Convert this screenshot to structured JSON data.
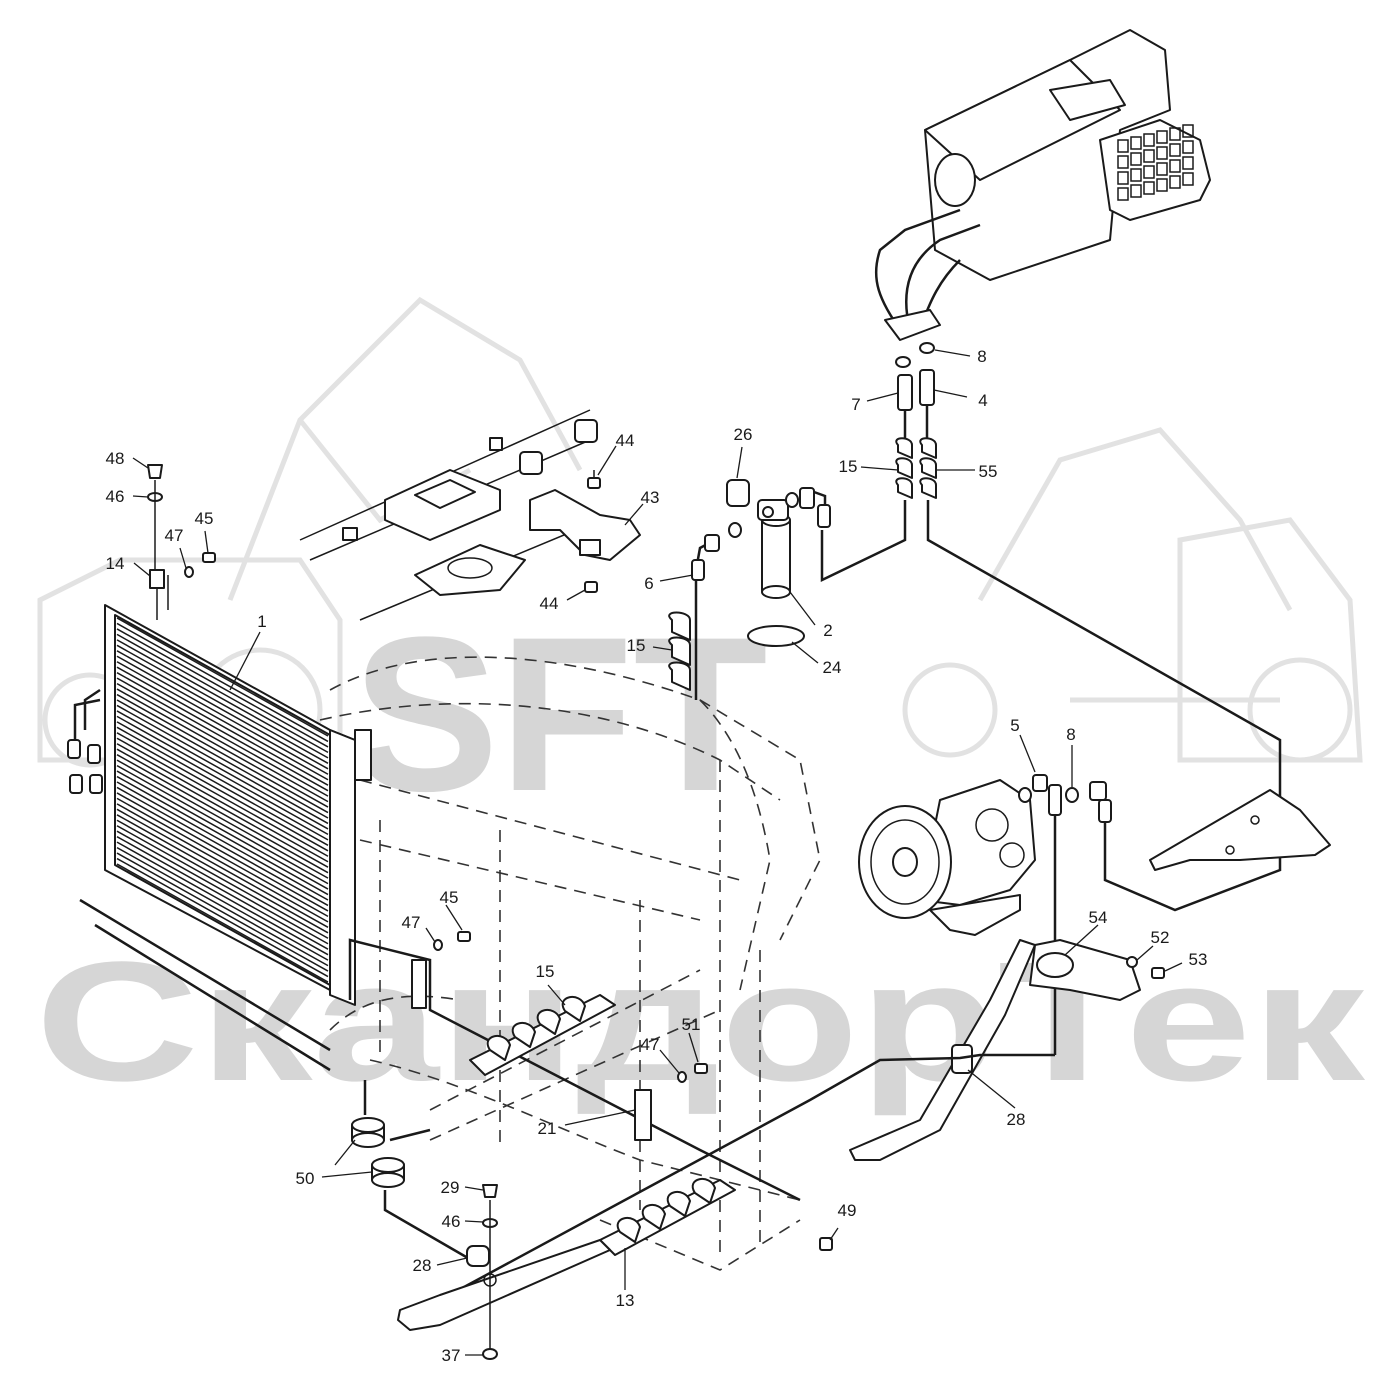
{
  "watermark": {
    "logo_text": "SFT",
    "brand_text": "СкандорТек"
  },
  "callouts": [
    {
      "id": "1",
      "text": "1"
    },
    {
      "id": "2",
      "text": "2"
    },
    {
      "id": "4",
      "text": "4"
    },
    {
      "id": "5",
      "text": "5"
    },
    {
      "id": "6",
      "text": "6"
    },
    {
      "id": "7",
      "text": "7"
    },
    {
      "id": "8a",
      "text": "8"
    },
    {
      "id": "8b",
      "text": "8"
    },
    {
      "id": "13",
      "text": "13"
    },
    {
      "id": "14",
      "text": "14"
    },
    {
      "id": "15a",
      "text": "15"
    },
    {
      "id": "15b",
      "text": "15"
    },
    {
      "id": "15c",
      "text": "15"
    },
    {
      "id": "21",
      "text": "21"
    },
    {
      "id": "24",
      "text": "24"
    },
    {
      "id": "26",
      "text": "26"
    },
    {
      "id": "28a",
      "text": "28"
    },
    {
      "id": "28b",
      "text": "28"
    },
    {
      "id": "29",
      "text": "29"
    },
    {
      "id": "37",
      "text": "37"
    },
    {
      "id": "43",
      "text": "43"
    },
    {
      "id": "44a",
      "text": "44"
    },
    {
      "id": "44b",
      "text": "44"
    },
    {
      "id": "45a",
      "text": "45"
    },
    {
      "id": "45b",
      "text": "45"
    },
    {
      "id": "46a",
      "text": "46"
    },
    {
      "id": "46b",
      "text": "46"
    },
    {
      "id": "47a",
      "text": "47"
    },
    {
      "id": "47b",
      "text": "47"
    },
    {
      "id": "47c",
      "text": "47"
    },
    {
      "id": "48",
      "text": "48"
    },
    {
      "id": "49",
      "text": "49"
    },
    {
      "id": "50",
      "text": "50"
    },
    {
      "id": "51",
      "text": "51"
    },
    {
      "id": "52",
      "text": "52"
    },
    {
      "id": "53",
      "text": "53"
    },
    {
      "id": "54",
      "text": "54"
    },
    {
      "id": "55",
      "text": "55"
    }
  ]
}
